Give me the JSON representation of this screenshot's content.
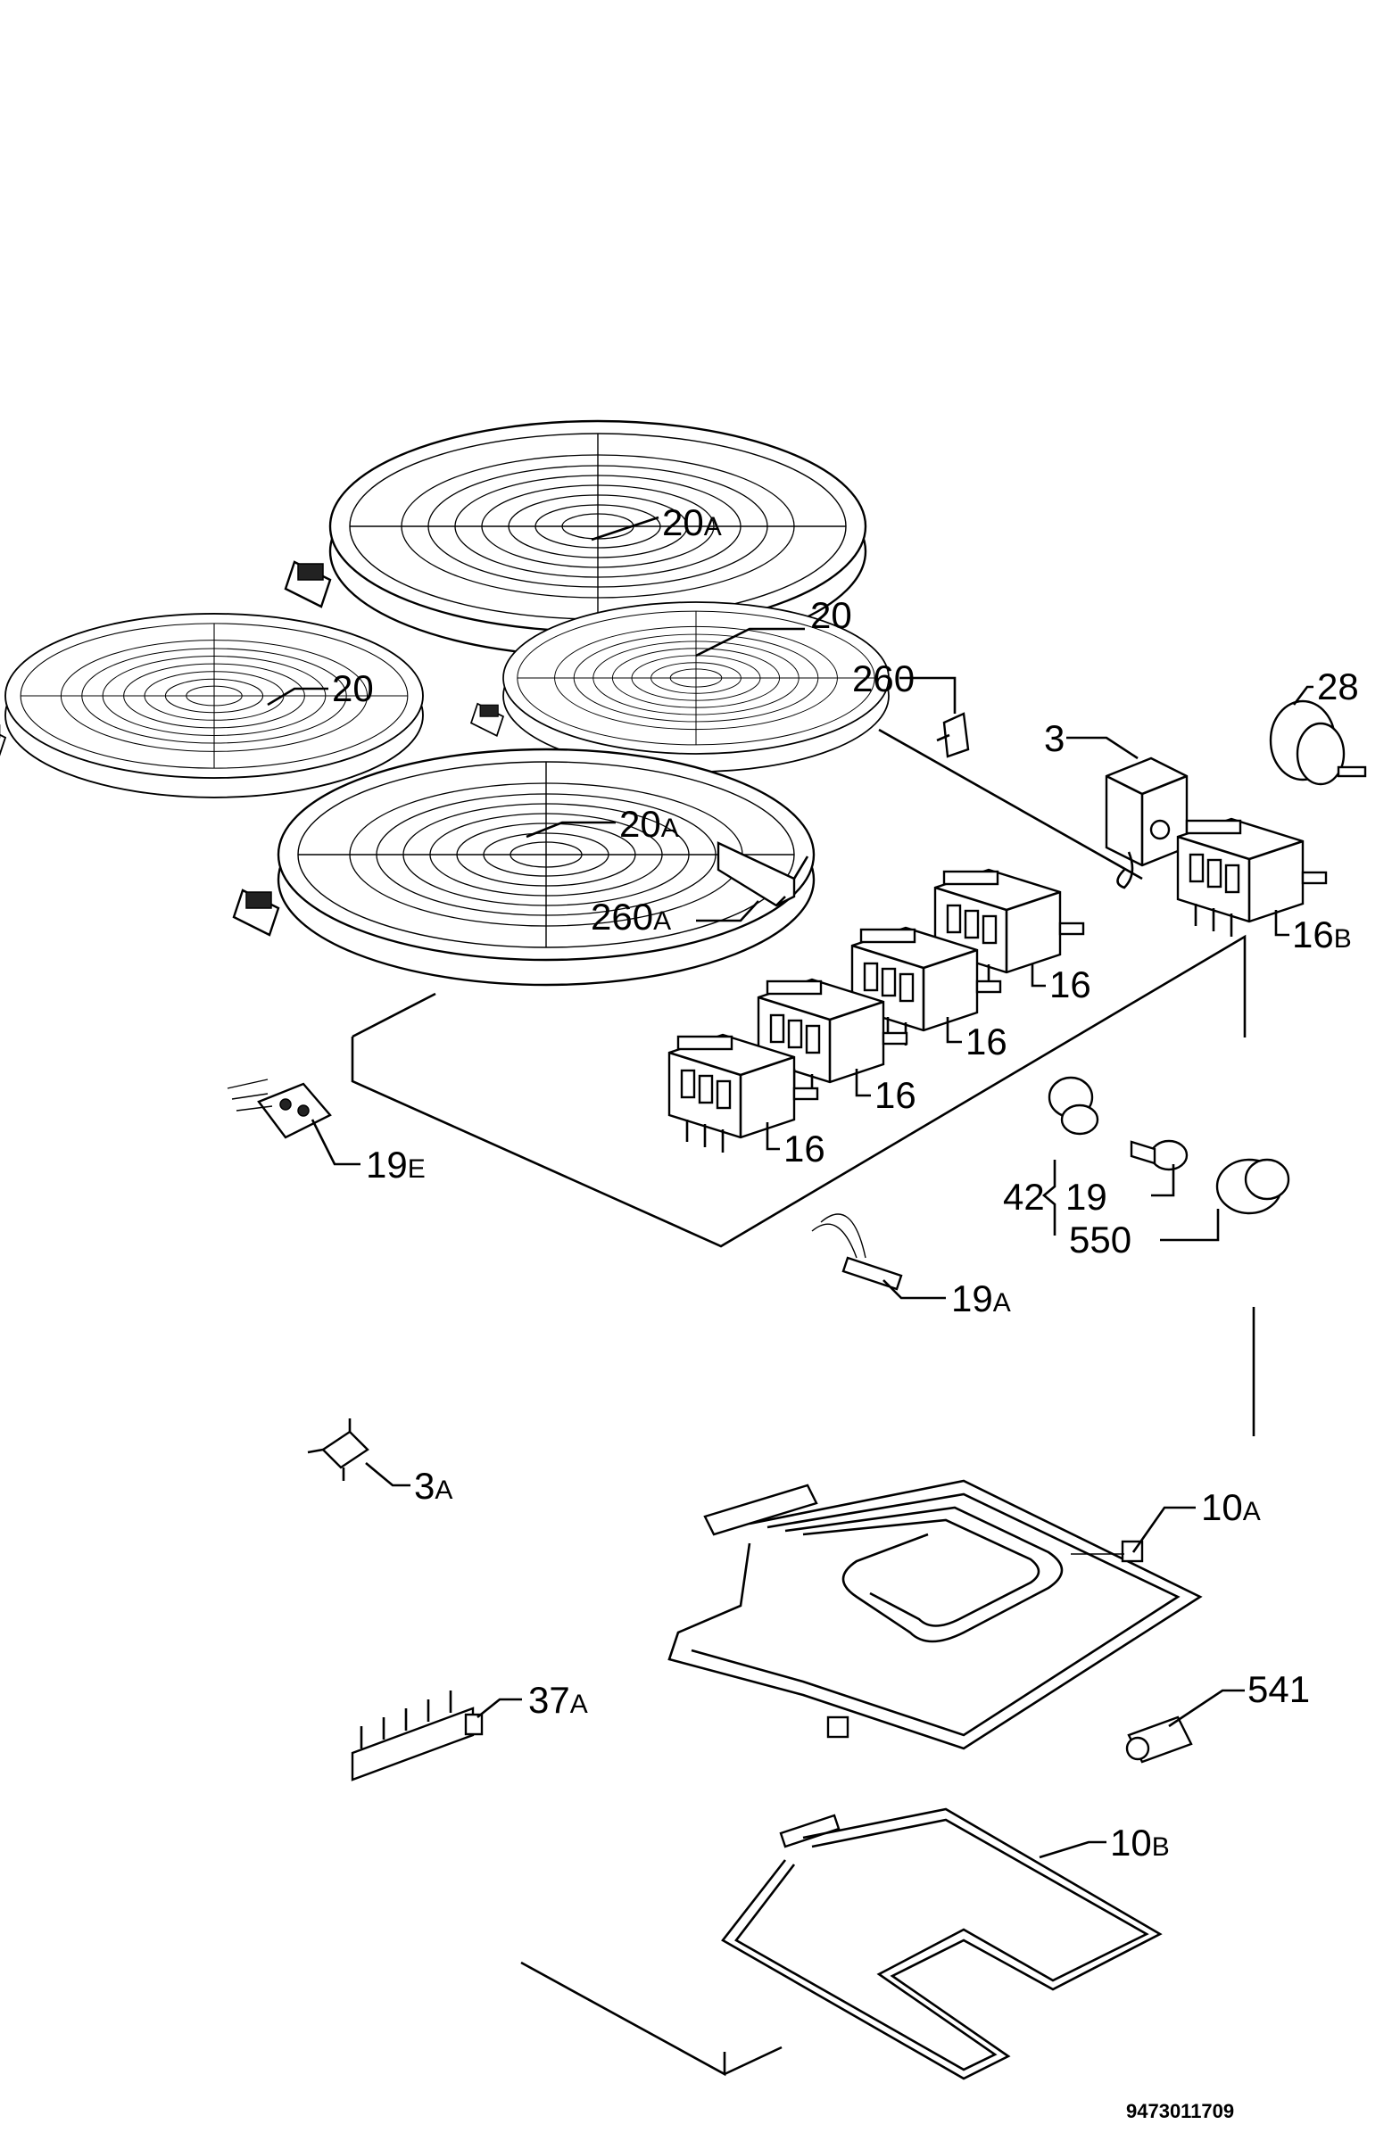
{
  "diagram": {
    "labels": {
      "p20a_top": {
        "num": "20",
        "suf": "A"
      },
      "p20_right": {
        "num": "20",
        "suf": ""
      },
      "p20_left": {
        "num": "20",
        "suf": ""
      },
      "p20a_bottom": {
        "num": "20",
        "suf": "A"
      },
      "p260": {
        "num": "260",
        "suf": ""
      },
      "p3": {
        "num": "3",
        "suf": ""
      },
      "p28": {
        "num": "28",
        "suf": ""
      },
      "p260a": {
        "num": "260",
        "suf": "A"
      },
      "p16b": {
        "num": "16",
        "suf": "B"
      },
      "p16_1": {
        "num": "16",
        "suf": ""
      },
      "p16_2": {
        "num": "16",
        "suf": ""
      },
      "p16_3": {
        "num": "16",
        "suf": ""
      },
      "p16_4": {
        "num": "16",
        "suf": ""
      },
      "p19e": {
        "num": "19",
        "suf": "E"
      },
      "p42": {
        "num": "42",
        "suf": ""
      },
      "p19": {
        "num": "19",
        "suf": ""
      },
      "p550": {
        "num": "550",
        "suf": ""
      },
      "p19a": {
        "num": "19",
        "suf": "A"
      },
      "p3a": {
        "num": "3",
        "suf": "A"
      },
      "p10a": {
        "num": "10",
        "suf": "A"
      },
      "p541": {
        "num": "541",
        "suf": ""
      },
      "p37a": {
        "num": "37",
        "suf": "A"
      },
      "p10b": {
        "num": "10",
        "suf": "B"
      }
    },
    "drawing_code": "9473011709"
  }
}
